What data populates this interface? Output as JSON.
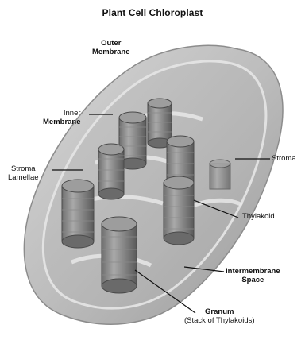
{
  "title": "Plant Cell Chloroplast",
  "labels": {
    "outer_membrane": [
      "Outer",
      "Membrane"
    ],
    "inner_membrane": [
      "Inner",
      "Membrane"
    ],
    "stroma_lamellae": [
      "Stroma",
      "Lamellae"
    ],
    "stroma": "Stroma",
    "thylakoid": "Thylakoid",
    "intermembrane_space": [
      "Intermembrane",
      "Space"
    ],
    "granum": [
      "Granum",
      "(Stack of Thylakoids)"
    ]
  }
}
